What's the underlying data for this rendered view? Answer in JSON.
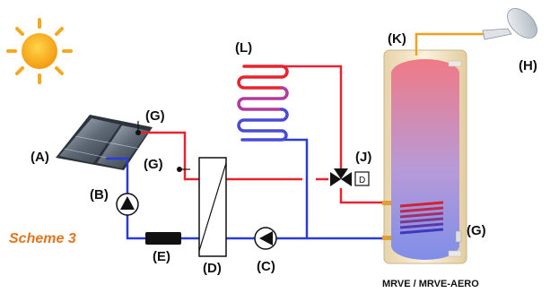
{
  "labels": {
    "A": "(A)",
    "B": "(B)",
    "C": "(C)",
    "D": "(D)",
    "E": "(E)",
    "G1": "(G)",
    "G2": "(G)",
    "G3": "(G)",
    "H": "(H)",
    "J": "(J)",
    "K": "(K)",
    "L": "(L)"
  },
  "valve_actuator_letter": "D",
  "scheme_title": "Scheme 3",
  "product_caption": "MRVE / MRVE-AERO",
  "colors": {
    "hot_pipe": "#e8222e",
    "cold_pipe": "#2a3bd8",
    "dhw_pipe": "#f0a020",
    "scheme_text": "#e0761e",
    "sun_fill": "#f7a81c",
    "tank_shell": "#f3e6c4"
  }
}
